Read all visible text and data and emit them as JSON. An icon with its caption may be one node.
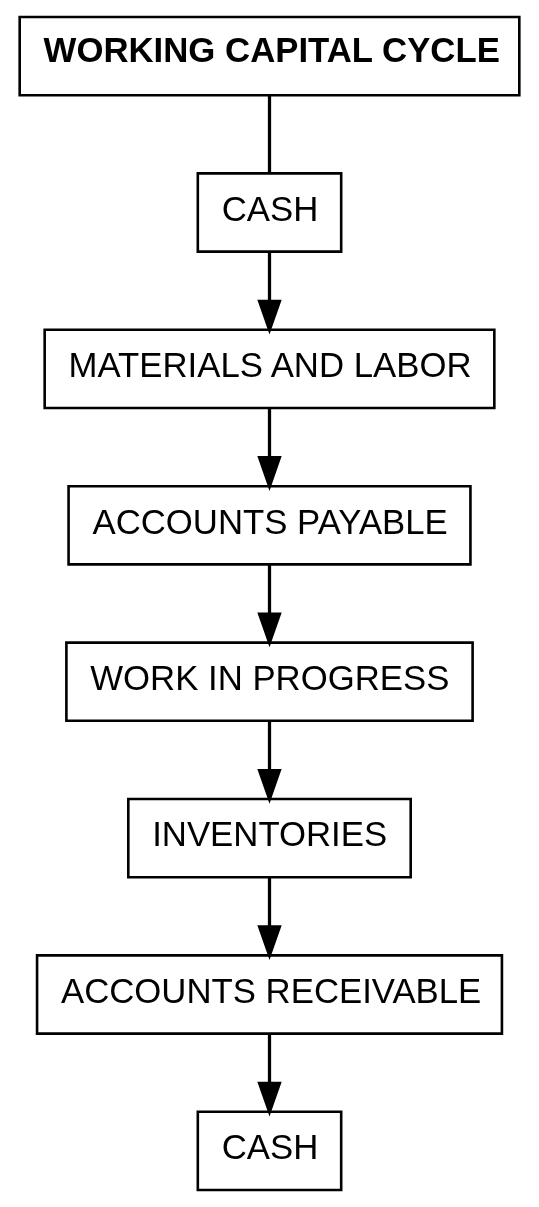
{
  "diagram": {
    "nodes": [
      {
        "text": [
          "WORKING CAPITAL CYCLE"
        ]
      },
      {
        "text": [
          "CASH"
        ]
      },
      {
        "text": [
          "MATERIALS AND LABOR"
        ]
      },
      {
        "text": [
          "ACCOUNTS PAYABLE"
        ]
      },
      {
        "text": [
          "WORK IN PROGRESS"
        ]
      },
      {
        "text": [
          "INVENTORIES"
        ]
      },
      {
        "text": [
          "ACCOUNTS RECEIVABLE"
        ]
      },
      {
        "text": [
          "CASH"
        ]
      }
    ],
    "edges": [
      {
        "from": 0,
        "to": 1,
        "arrow": "none"
      },
      {
        "from": 1,
        "to": 2,
        "arrow": "to"
      },
      {
        "from": 2,
        "to": 3,
        "arrow": "to"
      },
      {
        "from": 3,
        "to": 4,
        "arrow": "to"
      },
      {
        "from": 4,
        "to": 5,
        "arrow": "to"
      },
      {
        "from": 5,
        "to": 6,
        "arrow": "to"
      },
      {
        "from": 6,
        "to": 7,
        "arrow": "to"
      }
    ]
  }
}
